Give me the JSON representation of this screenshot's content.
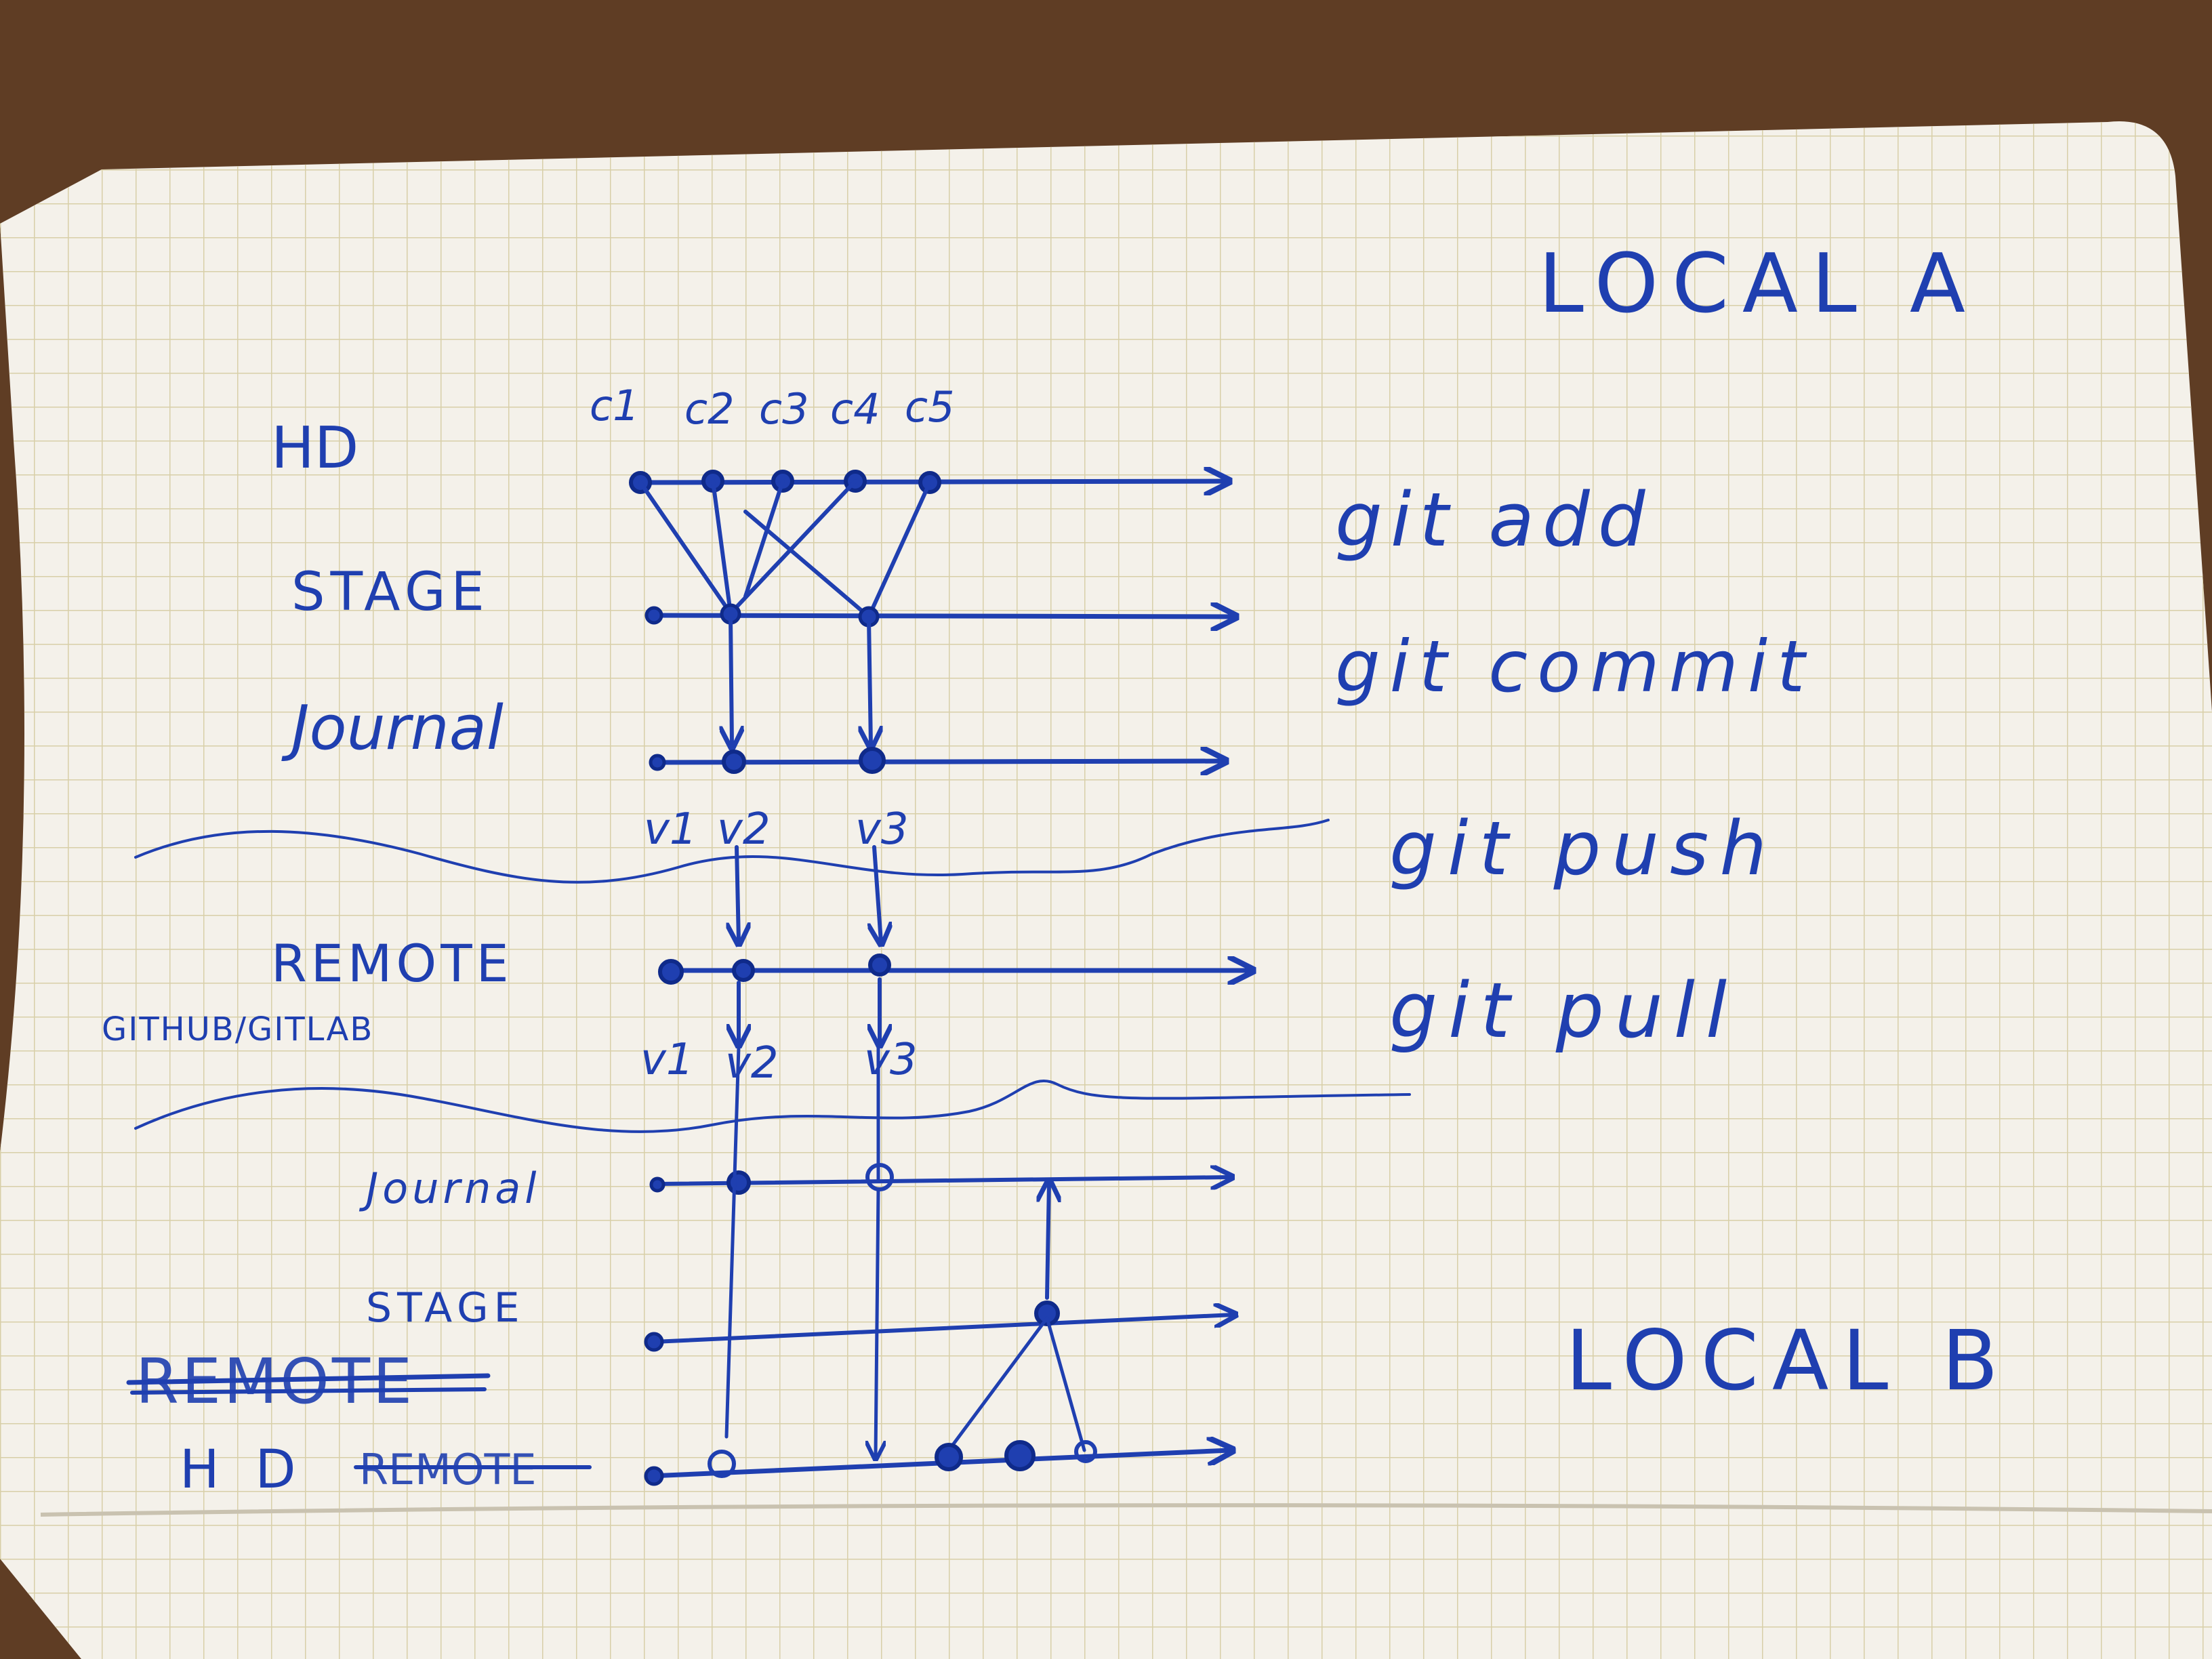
{
  "labels": {
    "local_a": "LOCAL A",
    "local_b": "LOCAL B",
    "hd": "HD",
    "stage": "STAGE",
    "journal": "Journal",
    "remote": "REMOTE",
    "remote_sub": "GITHUB/GITLAB",
    "journal_b": "Journal",
    "stage_b": "STAGE",
    "remote_scribble": "REMOTE",
    "hd_b": "H D",
    "hd_b_scribble": "REMOTE"
  },
  "commands": {
    "add": "git add",
    "commit": "git commit",
    "push": "git push",
    "pull": "git pull"
  },
  "change_labels": [
    "c1",
    "c2",
    "c3",
    "c4",
    "c5"
  ],
  "journal_versions": [
    "v1",
    "v2",
    "v3"
  ],
  "remote_versions": [
    "v1",
    "v2",
    "v3"
  ],
  "colors": {
    "ink": "#1f3fb0",
    "paper": "#f4f1ea",
    "grid": "#d8cfa8",
    "wood": "#5a3a22"
  }
}
